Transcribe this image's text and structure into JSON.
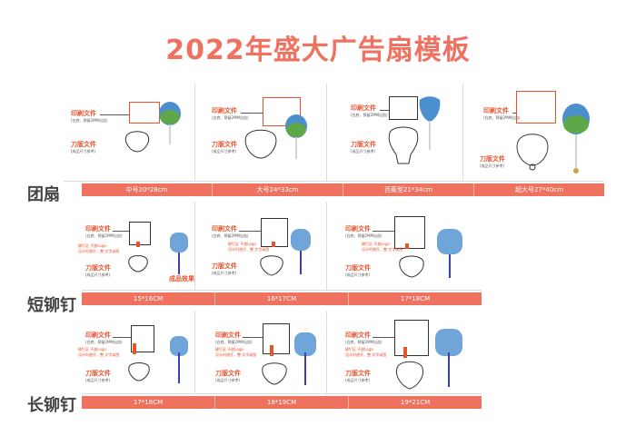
{
  "title": "2022年盛大广告扇模板",
  "labels": {
    "print_file": "印刷文件",
    "print_note": "(白底、预留2MM出血)",
    "die_file": "刀版文件",
    "die_note": "(成品尺寸参考)",
    "rivet_note_1": "柳钉区 不放Logo",
    "rivet_note_2": "设计时避开，整 文字或图",
    "effect": "成品效果"
  },
  "rows": [
    {
      "name": "团扇",
      "sizes": [
        "中号20*28cm",
        "大号24*33cm",
        "芭蕉型21*34cm",
        "超大号27*40cm"
      ]
    },
    {
      "name": "短铆钉",
      "sizes": [
        "15*16CM",
        "16*17CM",
        "17*18CM"
      ]
    },
    {
      "name": "长铆钉",
      "sizes": [
        "17*18CM",
        "18*19CM",
        "19*21CM"
      ]
    }
  ],
  "colors": {
    "accent": "#ef7160",
    "label_red": "#e8532e"
  }
}
